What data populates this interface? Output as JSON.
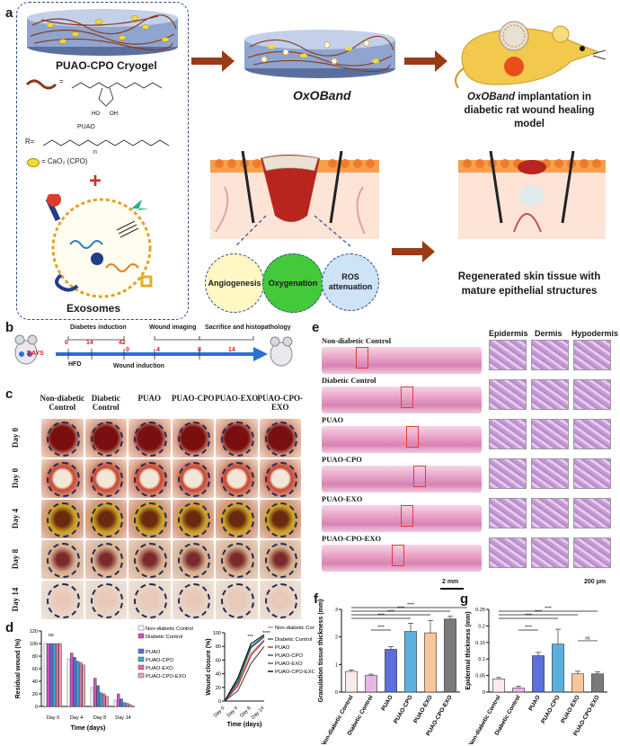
{
  "panel_labels": {
    "a": "a",
    "b": "b",
    "c": "c",
    "d": "d",
    "e": "e",
    "f": "f",
    "g": "g"
  },
  "panel_a": {
    "cryogel_title": "PUAO-CPO Cryogel",
    "equals": "=",
    "puao_label": "PUAO",
    "r_def": "R=",
    "n_label": "n",
    "cpo_label": "= CaO₂ (CPO)",
    "plus": "+",
    "exosomes_label": "Exosomes",
    "oxoband_label": "OxOBand",
    "implant_label_1": "OxOBand",
    "implant_label_2": " implantation in",
    "implant_label_3": "diabetic rat wound healing",
    "implant_label_4": "model",
    "angiogenesis": "Angiogenesis",
    "oxygenation": "Oxygenation",
    "ros": "ROS attenuation",
    "regen_1": "Regenerated skin tissue with",
    "regen_2": "mature epithelial structures"
  },
  "panel_b": {
    "days_label": "DAYS",
    "diabetes_induction": "Diabetes induction",
    "wound_imaging": "Wound imaging",
    "sacrifice": "Sacrifice and histopathology",
    "hfd": "HFD",
    "wound_induction": "Wound induction",
    "red_ticks": [
      "0",
      "14",
      "42"
    ],
    "red_ticks2": [
      "0",
      "4",
      "8",
      "14"
    ]
  },
  "panel_c": {
    "columns": [
      "Non-diabetic Control",
      "Diabetic Control",
      "PUAO",
      "PUAO-CPO",
      "PUAO-EXO",
      "PUAO-CPO-EXO"
    ],
    "rows": [
      "Day 0",
      "Day 0",
      "Day 4",
      "Day 8",
      "Day 14"
    ]
  },
  "panel_e": {
    "rows": [
      "Non-diabetic Control",
      "Diabetic Control",
      "PUAO",
      "PUAO-CPO",
      "PUAO-EXO",
      "PUAO-CPO-EXO"
    ],
    "crop_headers": [
      "Epidermis",
      "Dermis",
      "Hypodermis"
    ],
    "scale_2mm": "2 mm",
    "scale_200um": "200 μm"
  },
  "colors": {
    "arrow": "#9b3a14",
    "box_border": "#2a4a8a",
    "tick_red": "#d62020",
    "timeline_blue": "#2b6fd6",
    "circle_angio": "#fff7c4",
    "circle_oxy": "#44c93a",
    "circle_ros": "#cfe3f7"
  },
  "chart_data": [
    {
      "id": "d1",
      "type": "bar",
      "ylabel": "Residual wound (%)",
      "xlabel": "Time (days)",
      "ylim": [
        0,
        120
      ],
      "yticks": [
        0,
        20,
        40,
        60,
        80,
        100,
        120
      ],
      "categories": [
        "Day 0",
        "Day 4",
        "Day 8",
        "Day 14"
      ],
      "series": [
        {
          "name": "Non-diabetic Control",
          "color": "#ffffff",
          "values": [
            100,
            75,
            30,
            10
          ]
        },
        {
          "name": "Diabetic Control",
          "color": "#d64fc6",
          "values": [
            100,
            85,
            45,
            20
          ]
        },
        {
          "name": "PUAO",
          "color": "#5b6ed6",
          "values": [
            100,
            78,
            33,
            12
          ]
        },
        {
          "name": "PUAO-CPO",
          "color": "#3aa9d8",
          "values": [
            100,
            72,
            22,
            6
          ]
        },
        {
          "name": "PUAO-EXO",
          "color": "#e06f9a",
          "values": [
            100,
            70,
            20,
            5
          ]
        },
        {
          "name": "PUAO-CPO-EXO",
          "color": "#f0a0b0",
          "values": [
            100,
            66,
            16,
            3
          ]
        }
      ],
      "annotations": [
        "ns"
      ]
    },
    {
      "id": "d2",
      "type": "line",
      "ylabel": "Wound closure (%)",
      "xlabel": "Time (days)",
      "ylim": [
        0,
        100
      ],
      "yticks": [
        0,
        20,
        40,
        60,
        80,
        100
      ],
      "categories": [
        "Day 0",
        "Day 4",
        "Day 8",
        "Day 14"
      ],
      "series": [
        {
          "name": "Non-diabetic Control",
          "color": "#a0a0a0",
          "values": [
            0,
            25,
            70,
            90
          ]
        },
        {
          "name": "Diabetic Control",
          "color": "#555555",
          "values": [
            0,
            15,
            55,
            80
          ]
        },
        {
          "name": "PUAO",
          "color": "#d62020",
          "values": [
            0,
            22,
            67,
            88
          ]
        },
        {
          "name": "PUAO-CPO",
          "color": "#2b3fa8",
          "values": [
            0,
            28,
            78,
            94
          ]
        },
        {
          "name": "PUAO-EXO",
          "color": "#1c7a3c",
          "values": [
            0,
            30,
            80,
            95
          ]
        },
        {
          "name": "PUAO-CPO-EXO",
          "color": "#111111",
          "values": [
            0,
            34,
            84,
            97
          ]
        }
      ],
      "annotations": [
        "***",
        "****"
      ]
    },
    {
      "id": "f",
      "type": "bar",
      "ylabel": "Granulation tissue thickness (mm)",
      "ylim": [
        0,
        3
      ],
      "yticks": [
        0,
        1,
        2,
        3
      ],
      "categories": [
        "Non-diabetic Control",
        "Diabetic Control",
        "PUAO",
        "PUAO-CPO",
        "PUAO-EXO",
        "PUAO-CPO-EXO"
      ],
      "values": [
        0.75,
        0.6,
        1.55,
        2.2,
        2.15,
        2.65
      ],
      "errors": [
        0.05,
        0.05,
        0.1,
        0.3,
        0.45,
        0.1
      ],
      "colors": [
        "#fbeaea",
        "#e7b6e8",
        "#5d6fd8",
        "#5db0de",
        "#f7c59a",
        "#7a7a7a"
      ],
      "annotations": [
        "****",
        "****",
        "****",
        "****",
        "****"
      ]
    },
    {
      "id": "g",
      "type": "bar",
      "ylabel": "Epidermal thickness (mm)",
      "ylim": [
        0,
        0.25
      ],
      "yticks": [
        0.0,
        0.05,
        0.1,
        0.15,
        0.2,
        0.25
      ],
      "categories": [
        "Non-diabetic Control",
        "Diabetic Control",
        "PUAO",
        "PUAO-CPO",
        "PUAO-EXO",
        "PUAO-CPO-EXO"
      ],
      "values": [
        0.04,
        0.012,
        0.11,
        0.145,
        0.055,
        0.055
      ],
      "errors": [
        0.004,
        0.006,
        0.01,
        0.045,
        0.008,
        0.006
      ],
      "colors": [
        "#fbeaea",
        "#e7b6e8",
        "#5d6fd8",
        "#5db0de",
        "#f7c59a",
        "#7a7a7a"
      ],
      "annotations": [
        "****",
        "****",
        "****",
        "****",
        "ns"
      ]
    }
  ]
}
